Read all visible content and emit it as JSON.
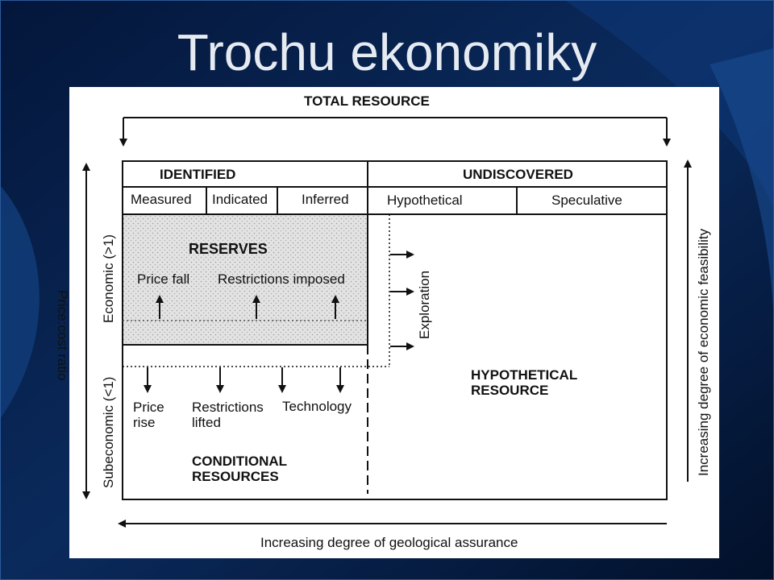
{
  "slide": {
    "title": "Trochu ekonomiky",
    "colors": {
      "background": "#061a3a",
      "accent": "#1e5aa8",
      "title": "#e6ebf2",
      "figure_bg": "#ffffff"
    }
  },
  "diagram": {
    "total_resource": "TOTAL RESOURCE",
    "identified": "IDENTIFIED",
    "undiscovered": "UNDISCOVERED",
    "columns": [
      "Measured",
      "Indicated",
      "Inferred",
      "Hypothetical",
      "Speculative"
    ],
    "reserves": "RESERVES",
    "price_fall": "Price fall",
    "restrictions_imposed": "Restrictions imposed",
    "price_rise": "Price\nrise",
    "restrictions_lifted": "Restrictions\nlifted",
    "technology": "Technology",
    "conditional_resources": "CONDITIONAL\nRESOURCES",
    "hypothetical_resource": "HYPOTHETICAL\nRESOURCE",
    "exploration": "Exploration",
    "economic": "Economic (>1)",
    "subeconomic": "Subeconomic (<1)",
    "price_cost_ratio": "Price:cost ratio",
    "economic_feasibility": "Increasing degree of economic feasibility",
    "geological_assurance": "Increasing degree of geological assurance"
  }
}
